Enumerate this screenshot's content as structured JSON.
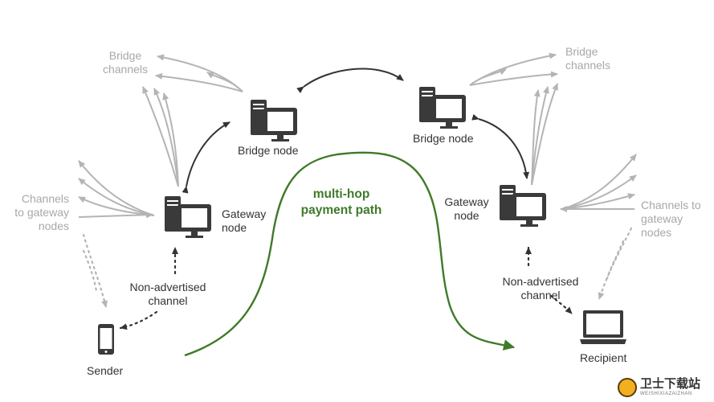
{
  "nodes": {
    "bridge_left": "Bridge node",
    "bridge_right": "Bridge node",
    "gateway_left": "Gateway\nnode",
    "gateway_right": "Gateway\nnode",
    "sender": "Sender",
    "recipient": "Recipient"
  },
  "labels": {
    "bridge_channels_left": "Bridge\nchannels",
    "bridge_channels_right": "Bridge\nchannels",
    "channels_to_gateway_left": "Channels\nto gateway\nnodes",
    "channels_to_gateway_right": "Channels to\ngateway\nnodes",
    "non_advertised_left": "Non-advertised\nchannel",
    "non_advertised_right": "Non-advertised\nchannel",
    "multi_hop_path": "multi-hop\npayment path"
  },
  "watermark": {
    "main": "卫士下载站",
    "sub": "WEISHIXIAZAIZHAN"
  },
  "colors": {
    "dark": "#333333",
    "grey": "#b0b0b0",
    "path_green": "#3f7a2a"
  }
}
